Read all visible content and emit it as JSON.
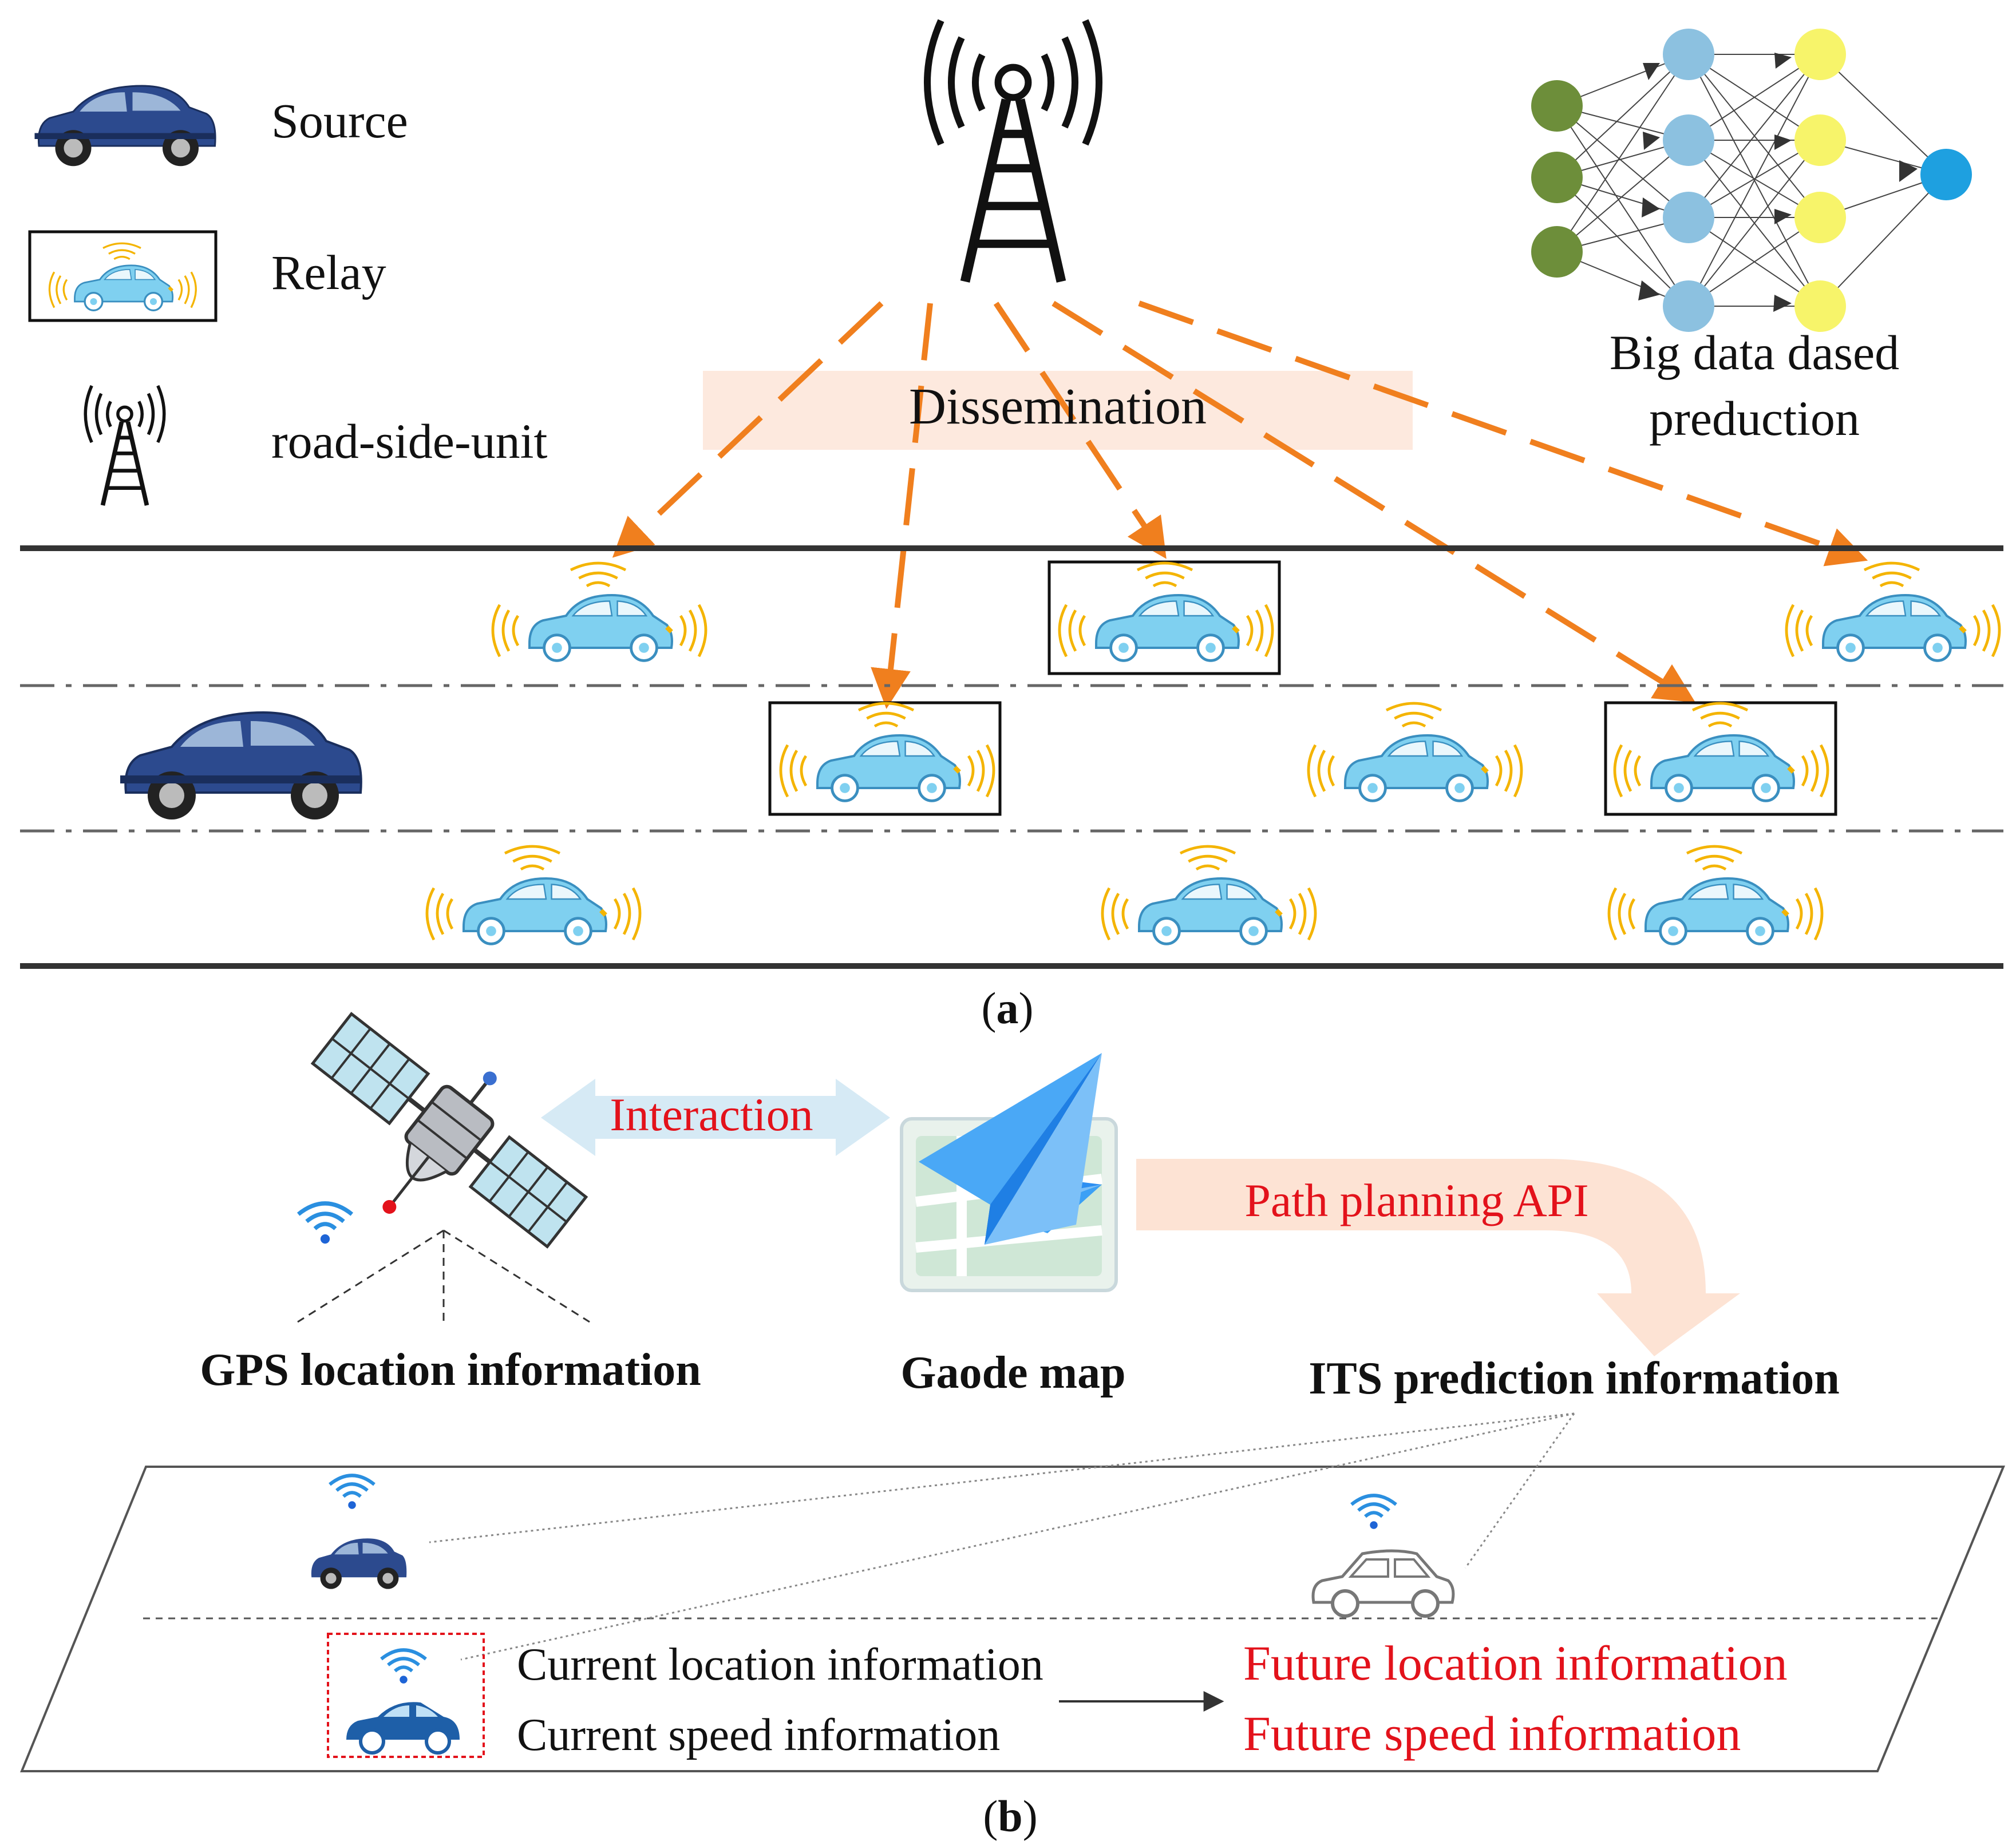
{
  "panel_a": {
    "legend": {
      "source": "Source",
      "relay": "Relay",
      "rsu": "road-side-unit"
    },
    "dissemination": "Dissemination",
    "prediction_line1": "Big data dased",
    "prediction_line2": "preduction",
    "caption_open": "(",
    "caption_letter": "a",
    "caption_close": ")"
  },
  "panel_b": {
    "interaction": "Interaction",
    "path_planning": "Path planning API",
    "gps_label": "GPS location information",
    "gaode_label": "Gaode map",
    "its_label": "ITS prediction information",
    "current_location": "Current location information",
    "current_speed": "Current speed information",
    "future_location": "Future location information",
    "future_speed": "Future speed information",
    "caption_open": "(",
    "caption_letter": "b",
    "caption_close": ")"
  },
  "colors": {
    "arrow_orange": "#f07f1e",
    "relay_car": "#7fd0f0",
    "source_car": "#2c4a8e",
    "wave": "#f4b400",
    "red_text": "#e3121b",
    "nn_green": "#6d8e3a",
    "nn_blue": "#8cc1e0",
    "nn_yellow": "#f7f46a",
    "nn_out": "#1ea0e0"
  }
}
